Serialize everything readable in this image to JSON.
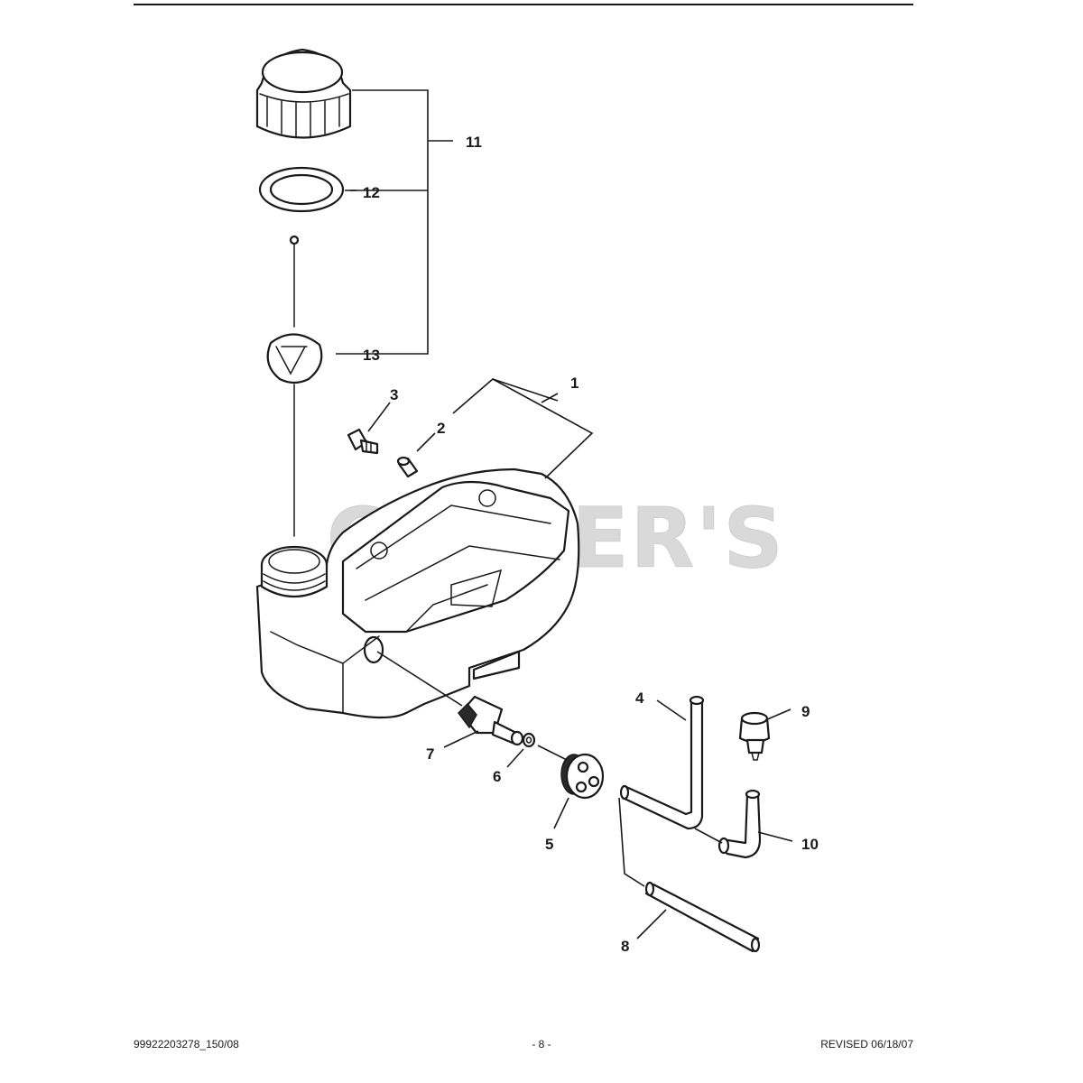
{
  "watermark": "CUTLER'S",
  "callouts": {
    "c1": "1",
    "c2": "2",
    "c3": "3",
    "c4": "4",
    "c5": "5",
    "c6": "6",
    "c7": "7",
    "c8": "8",
    "c9": "9",
    "c10": "10",
    "c11": "11",
    "c12": "12",
    "c13": "13"
  },
  "footer": {
    "left": "99922203278_150/08",
    "center": "- 8 -",
    "right": "REVISED 06/18/07"
  }
}
